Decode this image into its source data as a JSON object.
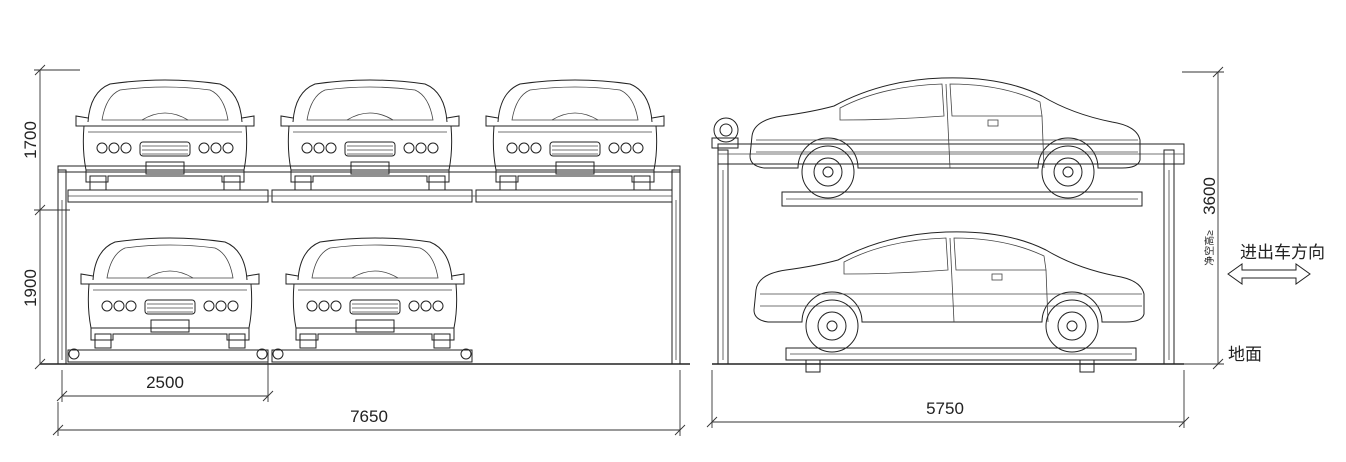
{
  "dimensions": {
    "d1700": "1700",
    "d1900": "1900",
    "d2500": "2500",
    "d7650": "7650",
    "d5750": "5750",
    "d3600": "3600"
  },
  "labels": {
    "clear_height": "净空高≥",
    "direction": "进出车方向",
    "ground": "地面"
  }
}
